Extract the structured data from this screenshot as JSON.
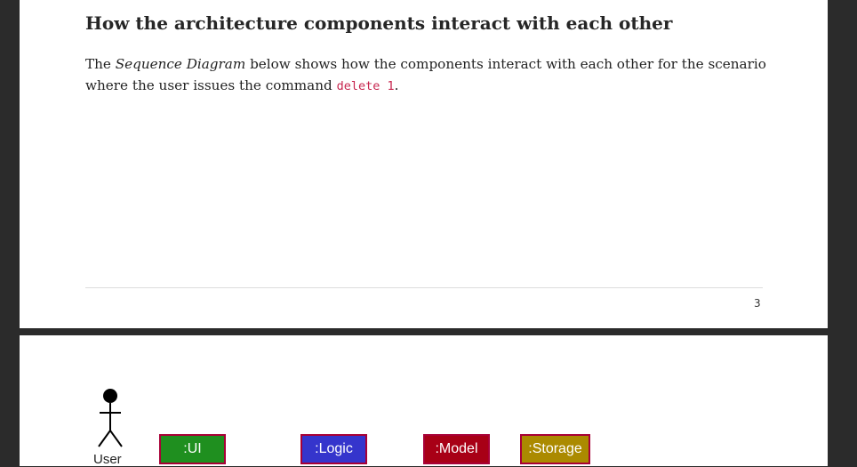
{
  "page1": {
    "heading": "How the architecture components interact with each other",
    "paragraph": {
      "text_before": "The ",
      "emphasis": "Sequence Diagram",
      "text_middle": " below shows how the components interact with each other for the scenario where the user issues the command ",
      "code": "delete 1",
      "text_after": "."
    },
    "page_number": "3"
  },
  "diagram": {
    "actor_label": "User",
    "participants": [
      {
        "label": ":UI",
        "color": "#1f8f1f"
      },
      {
        "label": ":Logic",
        "color": "#3535cc"
      },
      {
        "label": ":Model",
        "color": "#a80016"
      },
      {
        "label": ":Storage",
        "color": "#ab8a00"
      }
    ],
    "border_color": "#a80036"
  }
}
